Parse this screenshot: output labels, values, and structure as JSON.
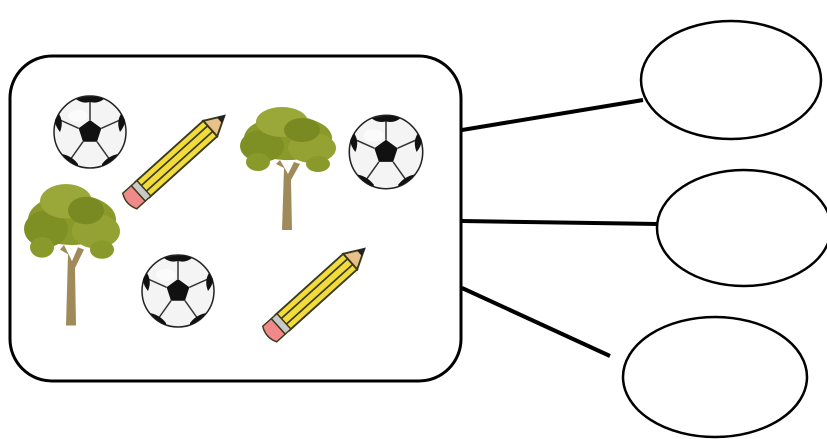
{
  "title": "",
  "colors": {
    "outline": "#000000",
    "background": "#ffffff",
    "tree_foliage": "#8a9a2a",
    "tree_trunk": "#a08a5a",
    "pencil_body": "#f2dc3c",
    "pencil_stripe": "#3a3a1a",
    "eraser": "#f08a8a",
    "ball_white": "#f4f4f4",
    "ball_black": "#111111"
  },
  "pictures": {
    "balls": {
      "icon": "soccer-ball-icon",
      "count": 3
    },
    "pencils": {
      "icon": "pencil-icon",
      "count": 2
    },
    "trees": {
      "icon": "tree-icon",
      "count": 2
    }
  },
  "answer_circles": [
    {
      "name": "answer-circle-top",
      "value": ""
    },
    {
      "name": "answer-circle-middle",
      "value": ""
    },
    {
      "name": "answer-circle-bottom",
      "value": ""
    }
  ]
}
